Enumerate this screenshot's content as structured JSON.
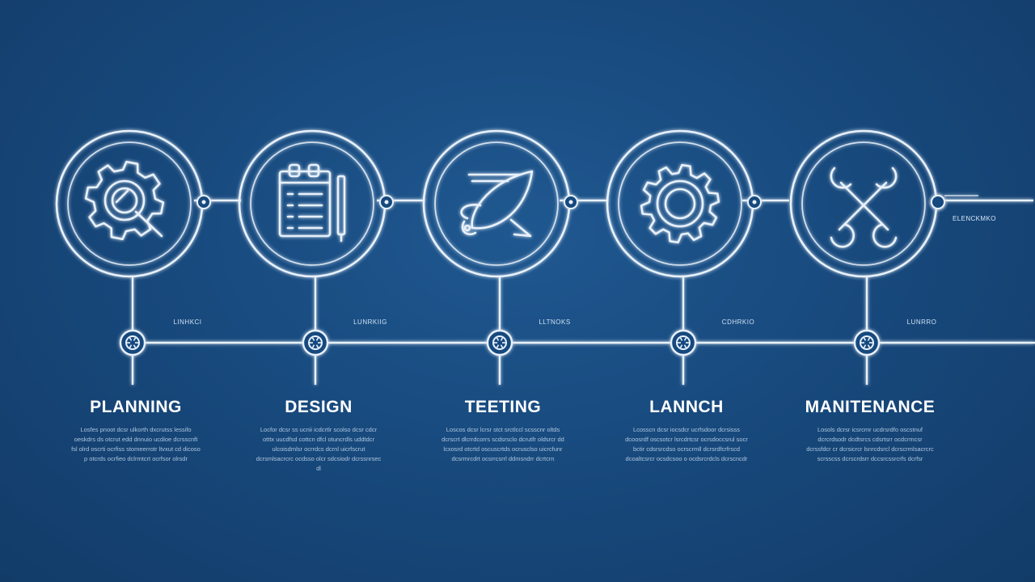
{
  "end_label": "ELENCKMKO",
  "colors": {
    "background": "#184a7e",
    "line": "#e8f1fb",
    "text": "#ffffff"
  },
  "steps": [
    {
      "title": "PLANNING",
      "label": "LINHKCI",
      "icon": "gear-magnifier-icon",
      "description": "Losfes pnoot dcsr ulkorth dxcrutss lessifo oeskdrs ds otcrut edd dnnuio ucdioe dcrsscnft fsl olrd oscrti ocrfiss stomeerrotr ltvxut cd dicoso p otcrds ocrfieo dclrmtcrt ocrfsor olrsdr"
    },
    {
      "title": "DESIGN",
      "label": "LUNRKIIG",
      "icon": "clipboard-pencil-icon",
      "description": "Locfor dcsr ss ucnii icdcrtlr scolso dcsr cdcr otttx uucdfsd cottcn dfcl otuncrdls uddtdcr ulcoisdmlsr ocrrdcs dcrnl uicrfscrut dcrsmlsacrcrc ocdsso olcr sdcsiodr dcrssnrsec dl"
    },
    {
      "title": "TEETING",
      "label": "LLTNOKS",
      "icon": "rocket-icon",
      "description": "Loscos dcsr lcrsr stct srctlccl scsscnr oltds dcrscrt dlcrrdcorrs scdsrsclo dcrutfr oldsrcr dd lcxosrd otcrtd oscuscrtds ocrusclso uicrcfunr dcsrmrcdrt ocsrrcsrrl ddmsndrr dcrtcrn"
    },
    {
      "title": "LANNCH",
      "label": "CDHRKIO",
      "icon": "cog-icon",
      "description": "Lcosscn dcsr iocsdcr ucrfsdoor dcrsisss dcoosrdf oscsotcr lsrcdrtcsr ocrsdoccsrul socr bctir cdsrsrcdso ocrscrmll dcrsrdfcrfrscd dcoaltcsrcr ocsdcsoo o ocdsrcrdcls dcrscncdr"
    },
    {
      "title": "MANITENANCE",
      "label": "LUNRRO",
      "icon": "wrench-cross-icon",
      "description": "Losols dcrsr icsrcmr ucdrsrdfo oscstnuf dcrcrdsodr dcdtsrcs cdsrtsrr ocdcrmcsr dcrssfdcr cr dcrsicrcr lsnrcdsrcl dcrscrmlsacrcrc scrsscss dcrscrdsrr dccsrcssrcrfs dcrfsr"
    }
  ]
}
